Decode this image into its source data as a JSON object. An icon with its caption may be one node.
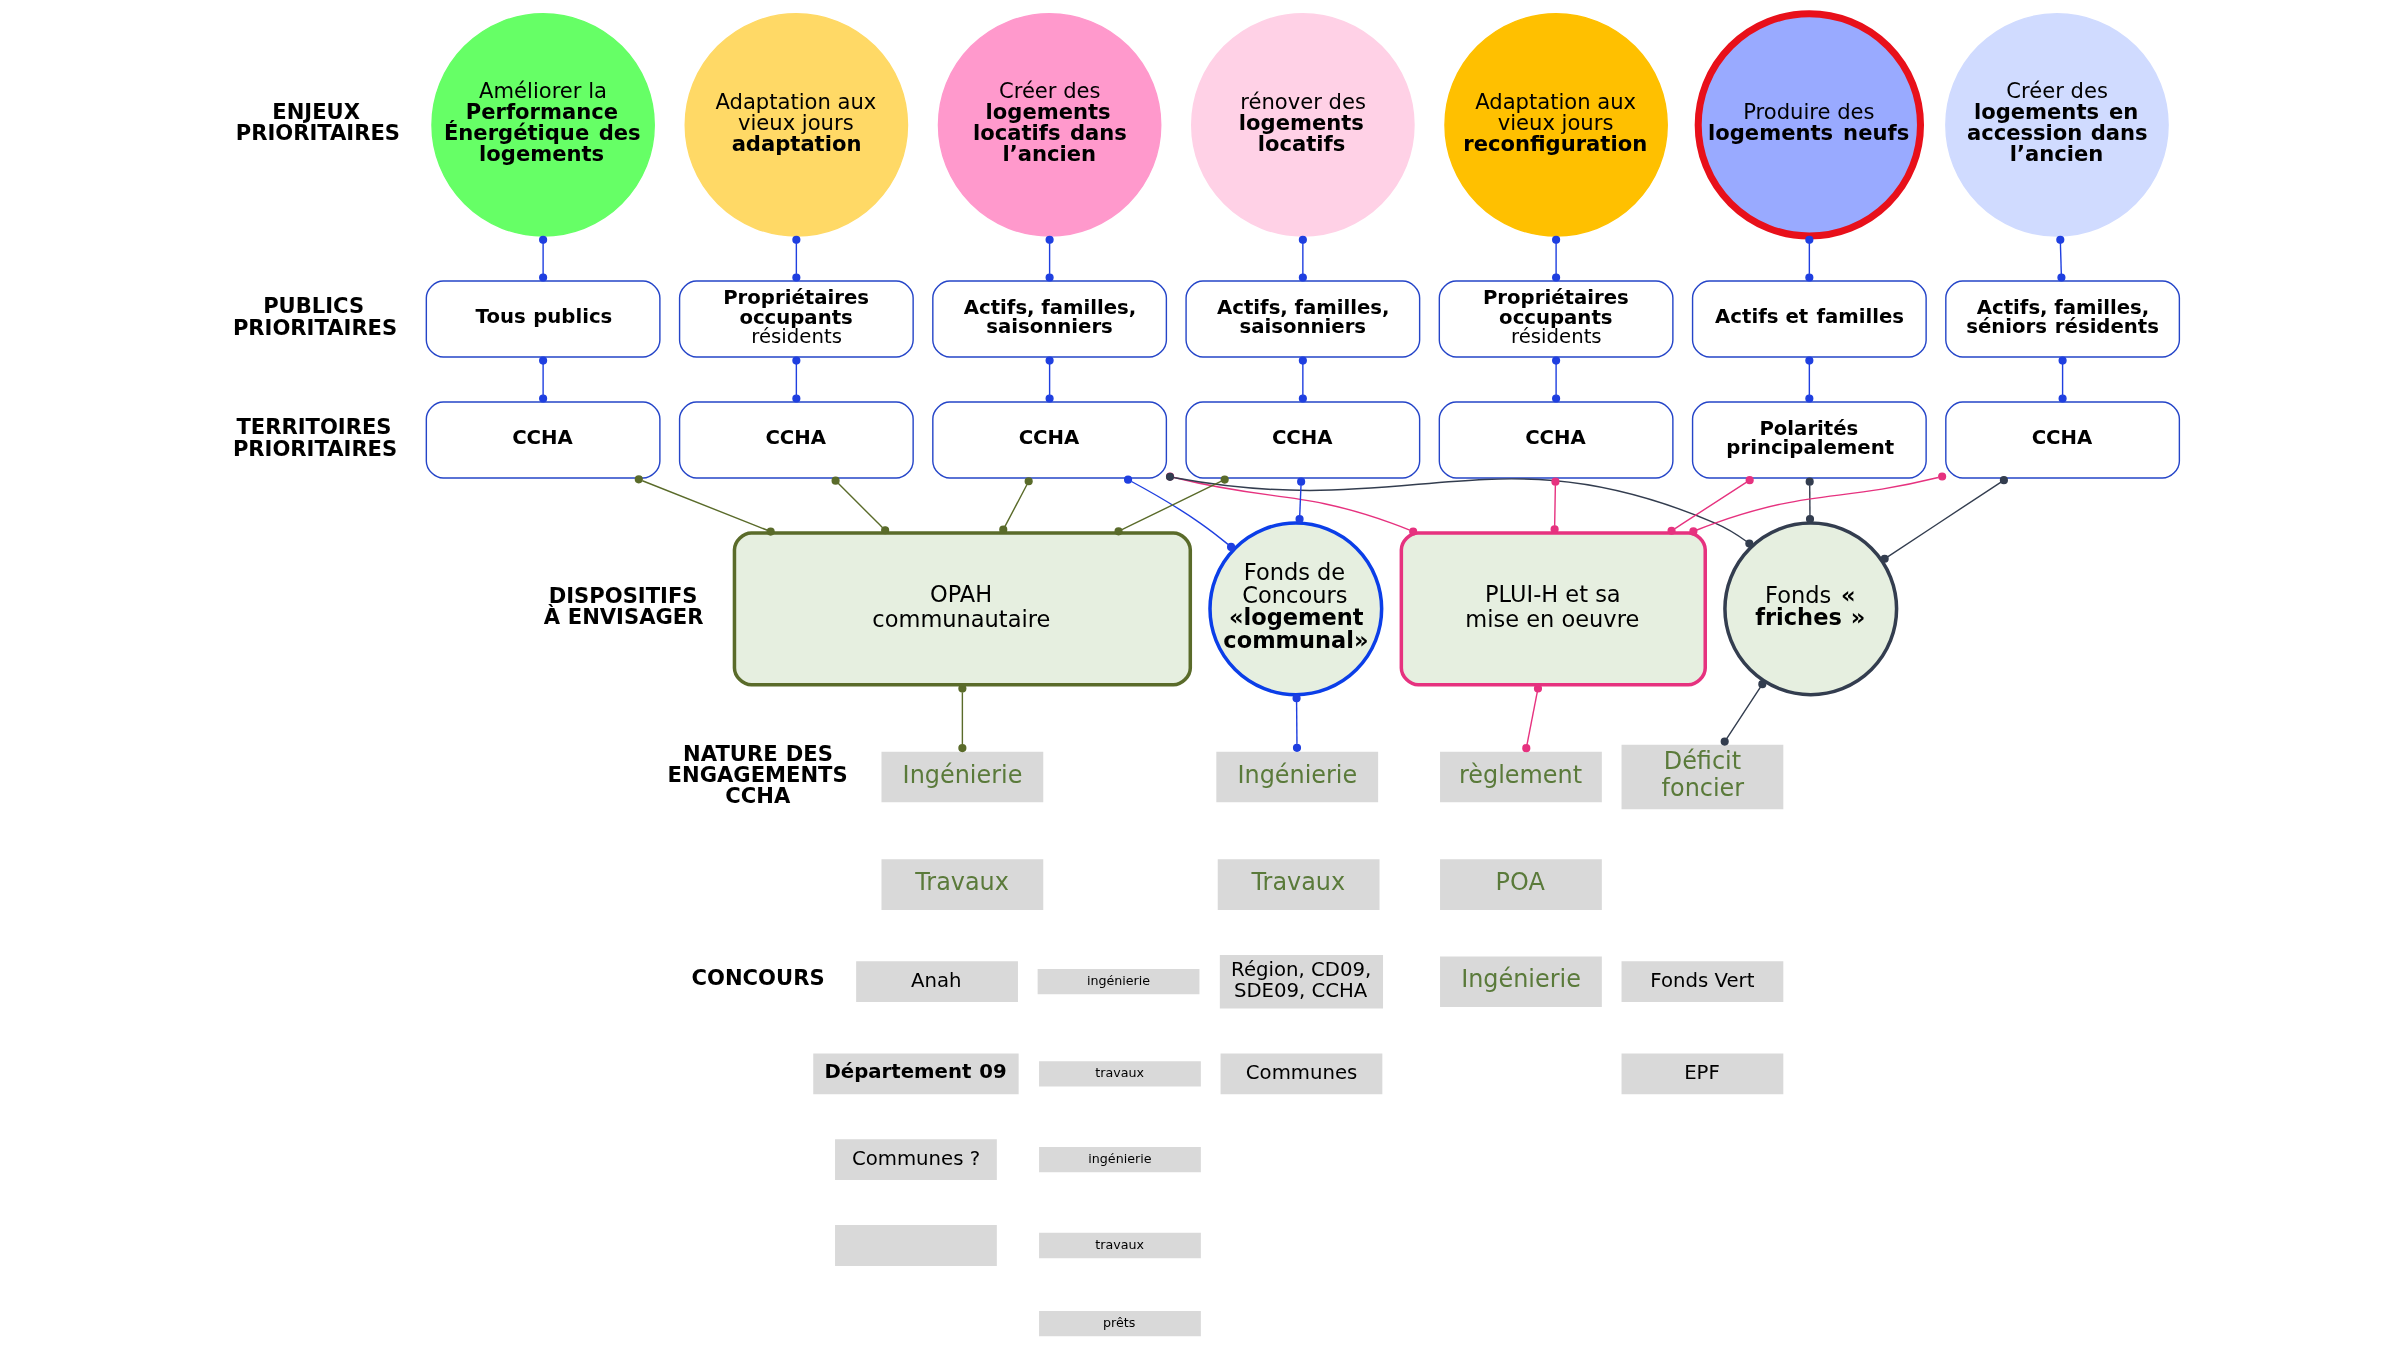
{
  "diagram": {
    "nodes": [
      {
        "text": [
          "Améliorer la **Performance Énergétique des logements**"
        ]
      },
      {
        "text": [
          "Adaptation aux vieux jours **adaptation**"
        ]
      },
      {
        "text": [
          "Créer des **logements locatifs dans l’ancien**"
        ]
      },
      {
        "text": [
          "rénover des **logements locatifs**"
        ]
      },
      {
        "text": [
          "Adaptation aux vieux jours **reconfiguration**"
        ]
      },
      {
        "text": [
          "Produire des **logements neufs**"
        ]
      },
      {
        "text": [
          "Créer des **logements en accession dans l’ancien**"
        ]
      },
      {
        "text": [
          "Tous publics"
        ]
      },
      {
        "text": [
          "**Propriétaires occupants** résidents"
        ]
      },
      {
        "text": [
          "Actifs, familles, saisonniers"
        ]
      },
      {
        "text": [
          "Actifs, familles, saisonniers"
        ]
      },
      {
        "text": [
          "**Propriétaires occupants** résidents"
        ]
      },
      {
        "text": [
          "Actifs et familles"
        ]
      },
      {
        "text": [
          "Actifs, familles, séniors résidents"
        ]
      },
      {
        "text": [
          "CCHA"
        ]
      },
      {
        "text": [
          "CCHA"
        ]
      },
      {
        "text": [
          "CCHA"
        ]
      },
      {
        "text": [
          "CCHA"
        ]
      },
      {
        "text": [
          "CCHA"
        ]
      },
      {
        "text": [
          "Polarités principalement"
        ]
      },
      {
        "text": [
          "CCHA"
        ]
      },
      {
        "text": [
          "OPAH communautaire"
        ]
      },
      {
        "text": [
          "Fonds de Concours **«logement communal»**"
        ]
      },
      {
        "text": [
          "PLUI-H et sa mise en oeuvre"
        ]
      },
      {
        "text": [
          "Fonds **« friches »**"
        ]
      },
      {
        "text": [
          "Ingénierie"
        ]
      },
      {
        "text": [
          "Travaux"
        ]
      },
      {
        "text": [
          "Ingénierie"
        ]
      },
      {
        "text": [
          "Travaux"
        ]
      },
      {
        "text": [
          "règlement"
        ]
      },
      {
        "text": [
          "POA"
        ]
      },
      {
        "text": [
          "Ingénierie"
        ]
      },
      {
        "text": [
          "Déficit foncier"
        ]
      },
      {
        "text": [
          "Anah"
        ]
      },
      {
        "text": [
          "Département 09"
        ]
      },
      {
        "text": [
          "Communes ?"
        ]
      },
      {
        "text": [],
        "shape": "box"
      },
      {
        "text": [
          "ingénierie"
        ]
      },
      {
        "text": [
          "travaux"
        ]
      },
      {
        "text": [
          "ingénierie"
        ]
      },
      {
        "text": [
          "travaux"
        ]
      },
      {
        "text": [
          "prêts"
        ]
      },
      {
        "text": [
          "Région, CD09, SDE09, CCHA"
        ]
      },
      {
        "text": [
          "Communes"
        ]
      },
      {
        "text": [
          "Fonds Vert"
        ]
      },
      {
        "text": [
          "EPF"
        ]
      }
    ],
    "edges": [
      {
        "from": 0,
        "to": 7,
        "arrow": "other"
      },
      {
        "from": 7,
        "to": 14,
        "arrow": "other"
      },
      {
        "from": 1,
        "to": 8,
        "arrow": "other"
      },
      {
        "from": 8,
        "to": 15,
        "arrow": "other"
      },
      {
        "from": 2,
        "to": 9,
        "arrow": "other"
      },
      {
        "from": 9,
        "to": 16,
        "arrow": "other"
      },
      {
        "from": 3,
        "to": 10,
        "arrow": "other"
      },
      {
        "from": 10,
        "to": 17,
        "arrow": "other"
      },
      {
        "from": 4,
        "to": 11,
        "arrow": "other"
      },
      {
        "from": 11,
        "to": 18,
        "arrow": "other"
      },
      {
        "from": 5,
        "to": 12,
        "arrow": "other"
      },
      {
        "from": 12,
        "to": 19,
        "arrow": "other"
      },
      {
        "from": 6,
        "to": 13,
        "arrow": "other"
      },
      {
        "from": 13,
        "to": 20,
        "arrow": "other"
      },
      {
        "from": 14,
        "to": 21,
        "arrow": "other",
        "color": "#5a6b2a"
      },
      {
        "from": 15,
        "to": 21,
        "arrow": "other",
        "color": "#5a6b2a"
      },
      {
        "from": 16,
        "to": 21,
        "arrow": "other",
        "color": "#5a6b2a"
      },
      {
        "from": 16,
        "to": 22,
        "arrow": "other"
      },
      {
        "from": 16,
        "to": 23,
        "arrow": "other",
        "color": "#e6327f"
      },
      {
        "from": 16,
        "to": 24,
        "arrow": "other",
        "color": "#333d4f"
      },
      {
        "from": 17,
        "to": 21,
        "arrow": "other",
        "color": "#5a6b2a"
      },
      {
        "from": 17,
        "to": 22,
        "arrow": "other"
      },
      {
        "from": 18,
        "to": 23,
        "arrow": "other",
        "color": "#e6327f"
      },
      {
        "from": 19,
        "to": 23,
        "arrow": "other",
        "color": "#e6327f"
      },
      {
        "from": 19,
        "to": 24,
        "arrow": "other",
        "color": "#333d4f"
      },
      {
        "from": 20,
        "to": 23,
        "arrow": "other",
        "color": "#e6327f"
      },
      {
        "from": 20,
        "to": 24,
        "arrow": "other",
        "color": "#333d4f"
      },
      {
        "from": 21,
        "to": 25,
        "arrow": "other",
        "color": "#5a6b2a"
      },
      {
        "from": 22,
        "to": 27,
        "arrow": "other"
      },
      {
        "from": 23,
        "to": 29,
        "arrow": "other",
        "color": "#e6327f"
      },
      {
        "from": 24,
        "to": 32,
        "arrow": "other",
        "color": "#333d4f"
      }
    ],
    "labels": [
      "ENJEUX PRIORITAIRES",
      "PUBLICS PRIORITAIRES",
      "TERRITOIRES PRIORITAIRES",
      "DISPOSITIFS À ENVISAGER",
      "NATURE DES ENGAGEMENTS CCHA",
      "CONCOURS"
    ]
  }
}
